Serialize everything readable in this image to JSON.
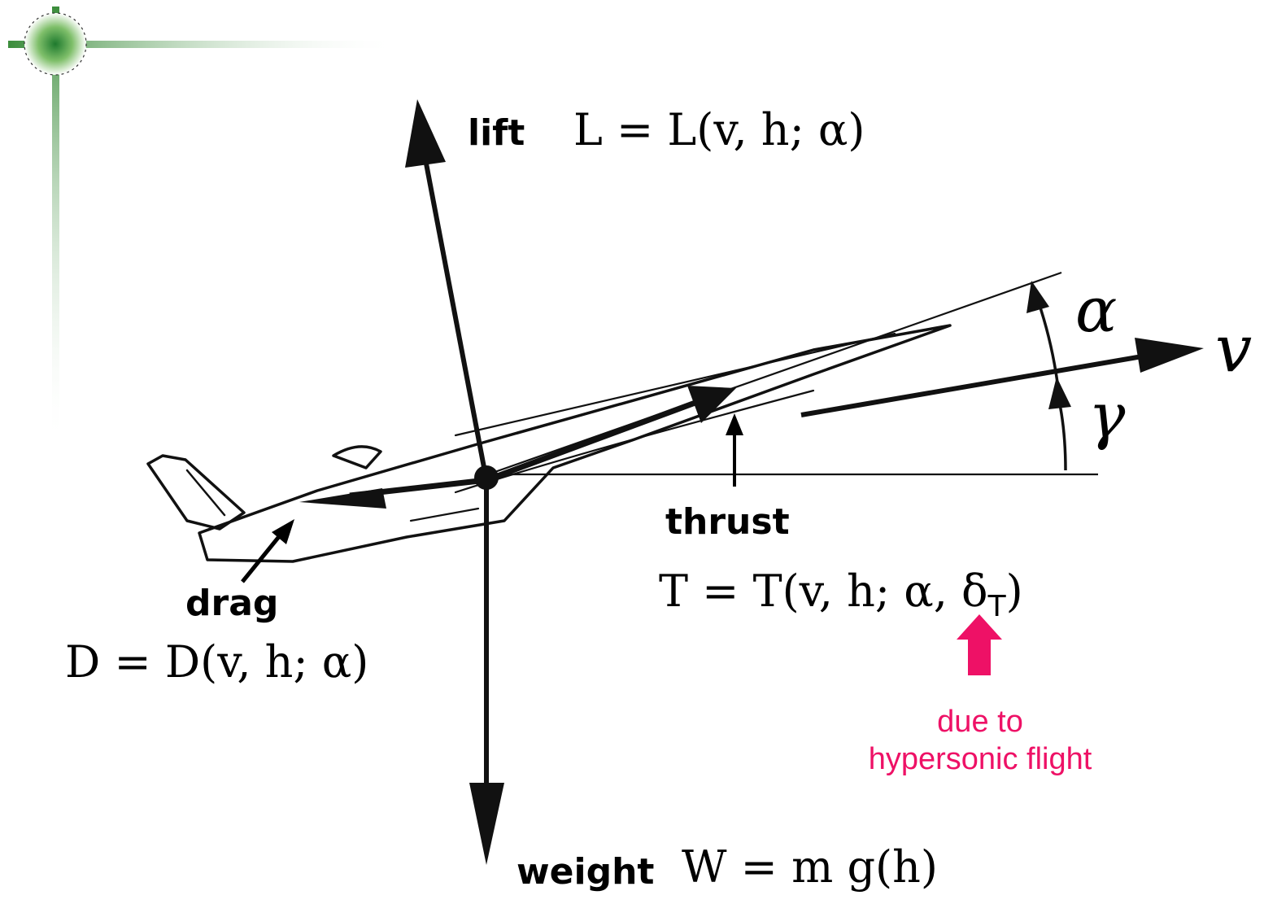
{
  "labels": {
    "lift": "lift",
    "drag": "drag",
    "thrust": "thrust",
    "weight": "weight"
  },
  "equations": {
    "lift": "L = L(v, h; α)",
    "drag": "D = D(v, h; α)",
    "thrust": "T = T(v, h; α, δ",
    "thrust_subscript": "T",
    "thrust_close": ")",
    "weight": "W = m g(h)"
  },
  "symbols": {
    "velocity": "v",
    "angle_of_attack": "α",
    "flight_path_angle": "γ"
  },
  "annotation": {
    "line1": "due to",
    "line2": "hypersonic flight",
    "color": "#ee1166"
  },
  "theme": {
    "ink": "#000000",
    "logo_green": "#2e8b3a"
  }
}
